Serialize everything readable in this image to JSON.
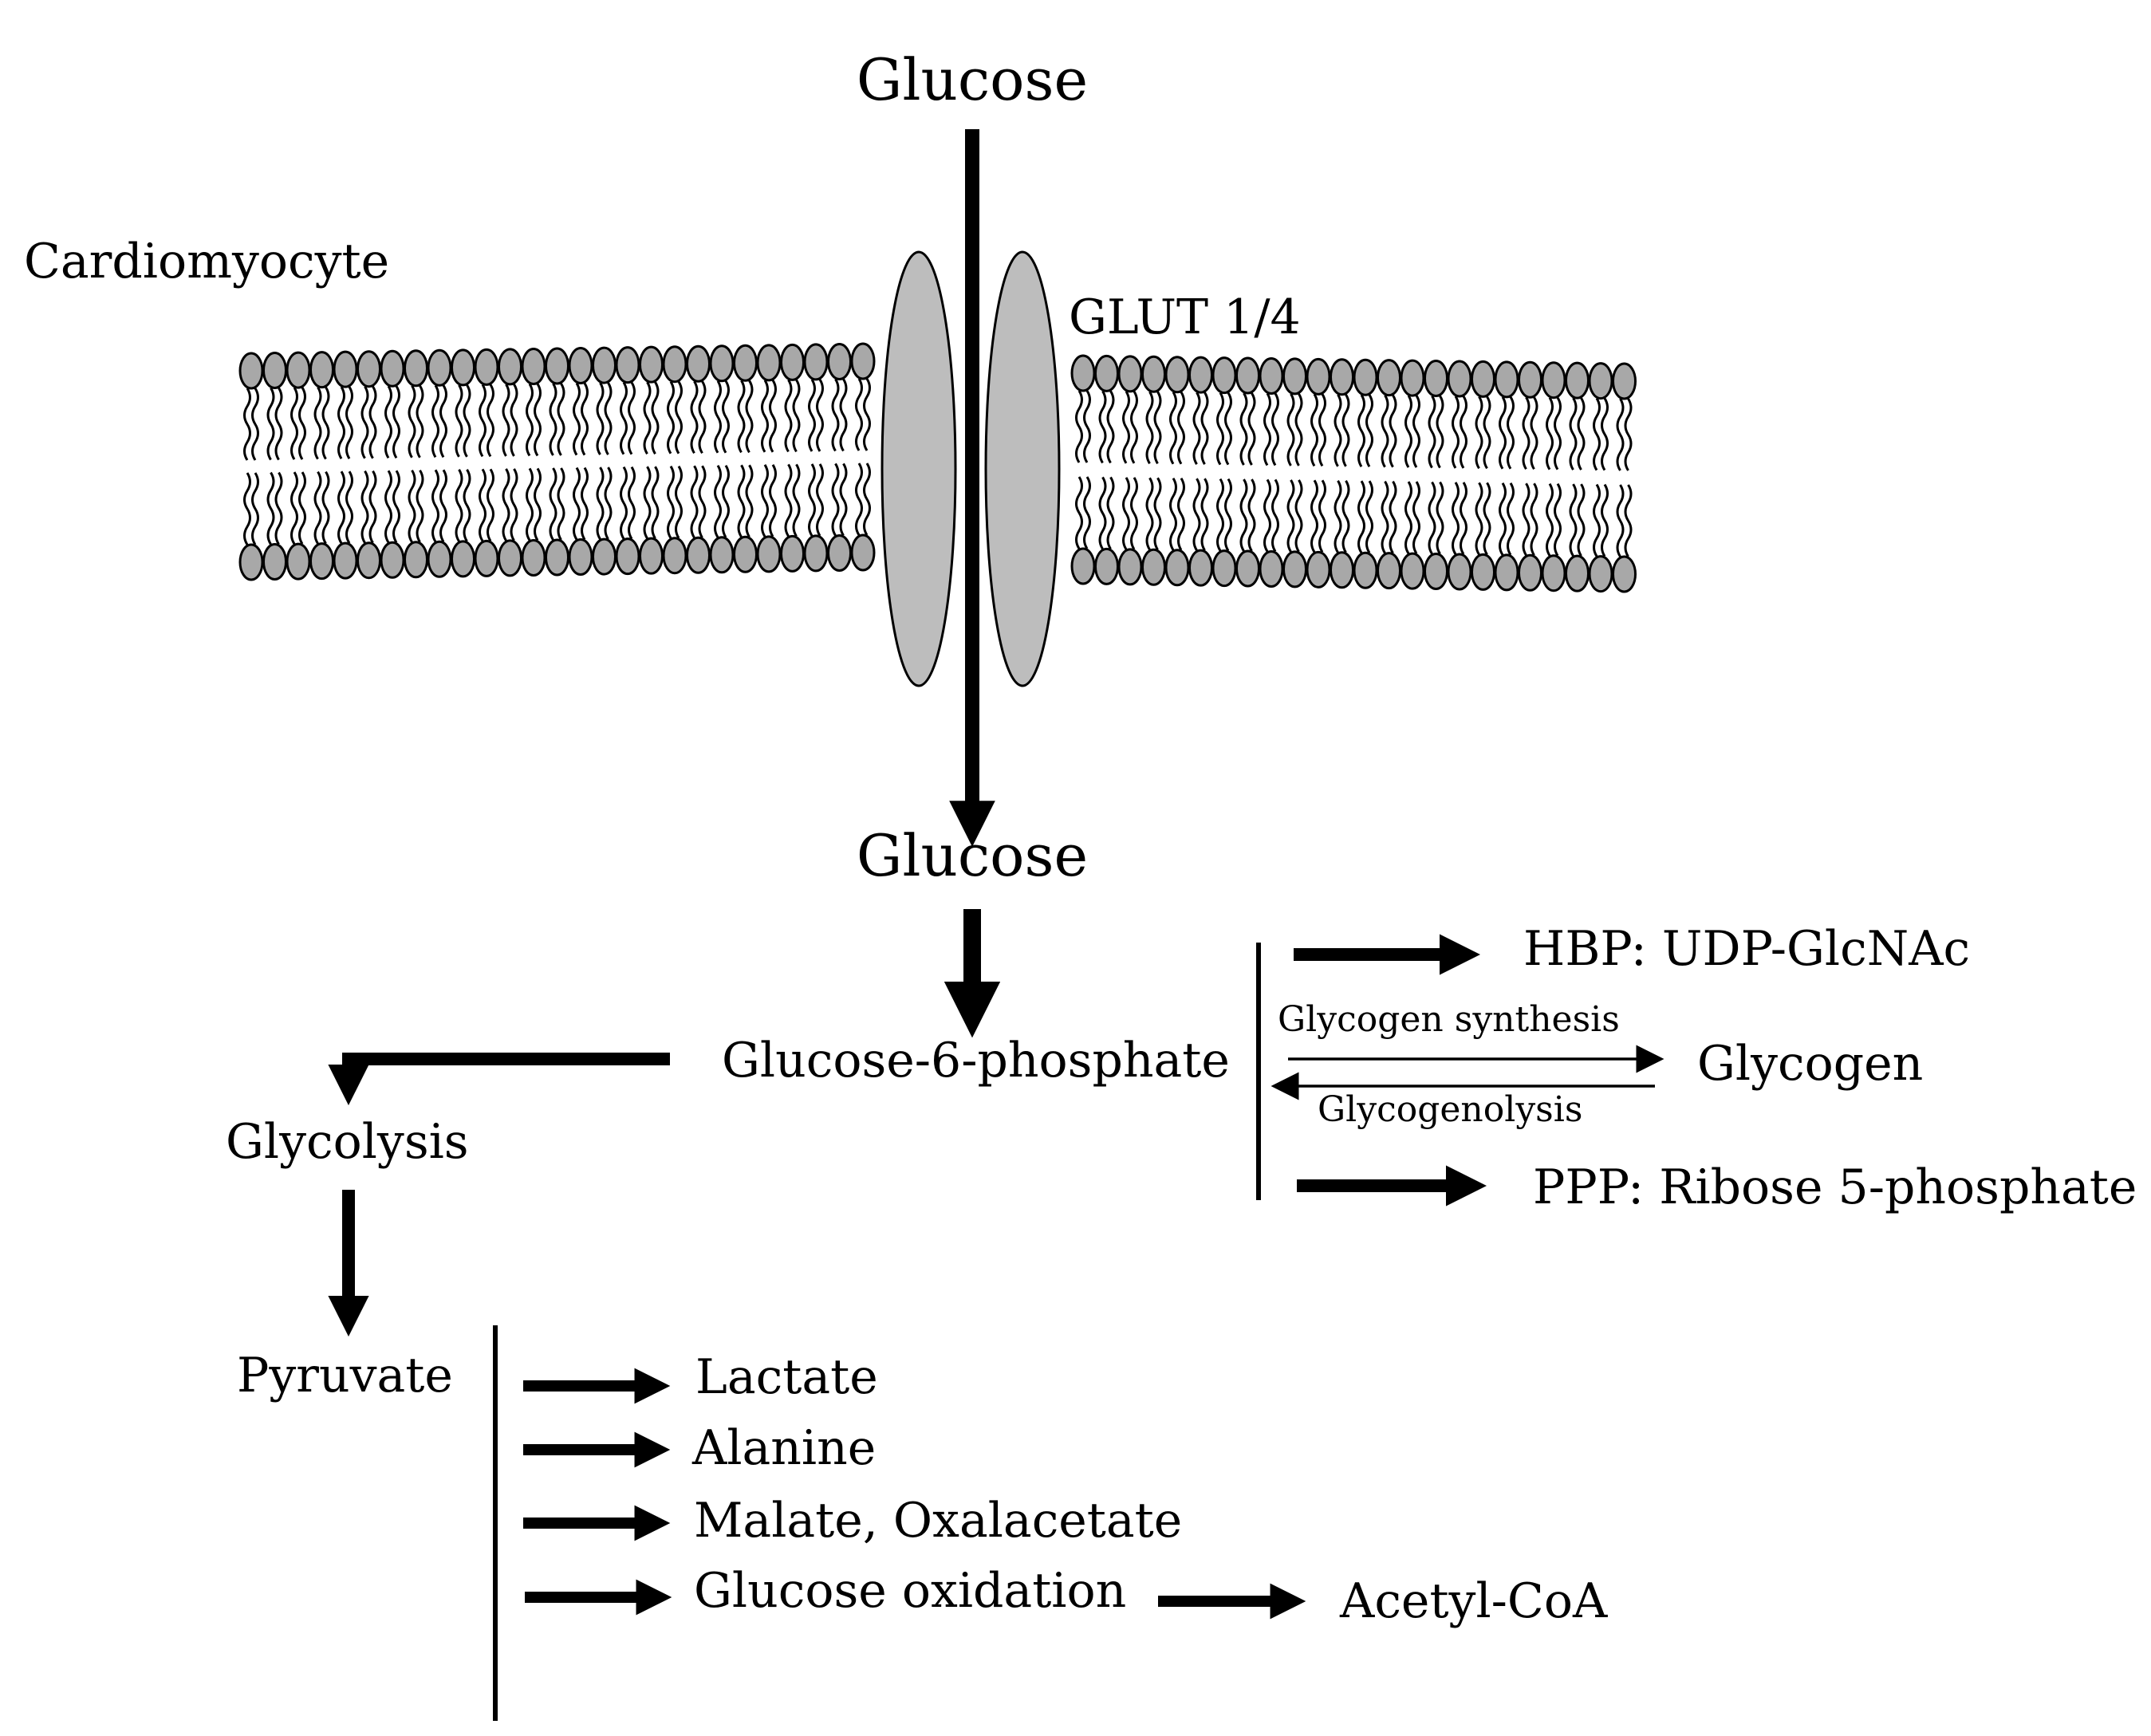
{
  "labels": {
    "glucose_outside": "Glucose",
    "cell": "Cardiomyocyte",
    "transporter": "GLUT 1/4",
    "glucose_inside": "Glucose",
    "g6p": "Glucose-6-phosphate",
    "hbp": "HBP: UDP-GlcNAc",
    "glycogen_synthesis": "Glycogen synthesis",
    "glycogen": "Glycogen",
    "glycogenolysis": "Glycogenolysis",
    "ppp": "PPP: Ribose 5-phosphate",
    "glycolysis": "Glycolysis",
    "pyruvate": "Pyruvate",
    "lactate": "Lactate",
    "alanine": "Alanine",
    "malate": "Malate, Oxalacetate",
    "glucose_oxidation": "Glucose oxidation",
    "acetyl_coa": "Acetyl-CoA"
  },
  "colors": {
    "lipid_head": "#a8a8a8",
    "transporter": "#bdbdbd",
    "ink": "#000000"
  }
}
